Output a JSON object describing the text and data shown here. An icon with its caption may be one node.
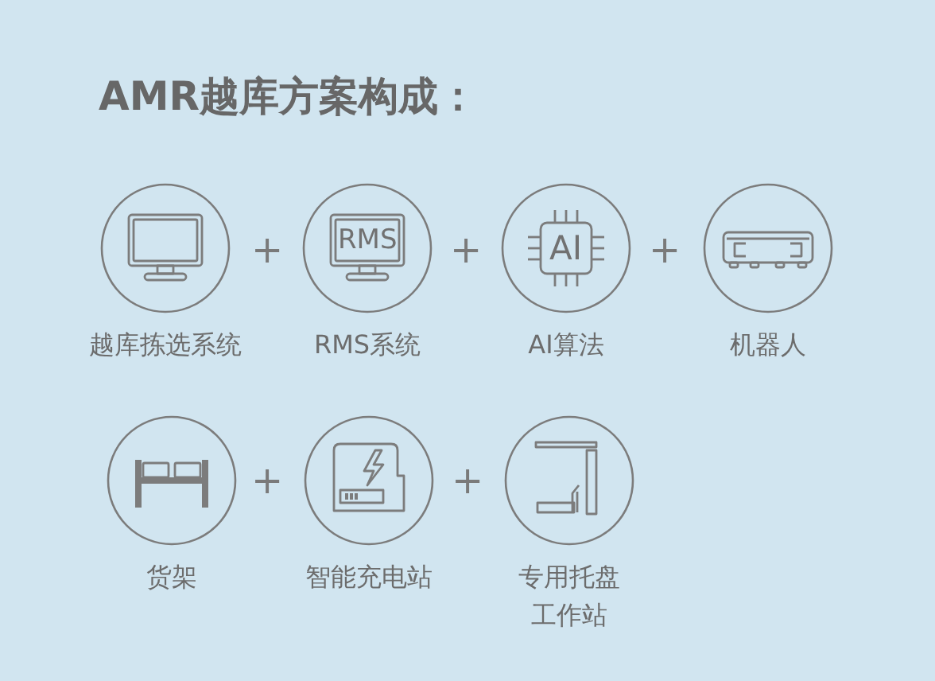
{
  "diagram": {
    "title": "AMR越库方案构成：",
    "nodes": [
      {
        "text": [],
        "shape": "circle",
        "beside": [
          "越库拣选系统"
        ]
      },
      {
        "text": [
          "RMS"
        ],
        "beside": [
          "RMS系统"
        ]
      },
      {
        "text": [
          "AI"
        ],
        "beside": [
          "AI算法"
        ]
      },
      {
        "text": [],
        "shape": "circle",
        "beside": [
          "机器人"
        ]
      },
      {
        "text": [],
        "shape": "circle",
        "beside": [
          "货架"
        ]
      },
      {
        "text": [],
        "shape": "circle",
        "beside": [
          "智能充电站"
        ]
      },
      {
        "text": [],
        "shape": "circle",
        "beside": [
          "专用托盘工作站"
        ]
      }
    ],
    "labels": [
      "+",
      "+",
      "+",
      "+",
      "+"
    ]
  }
}
